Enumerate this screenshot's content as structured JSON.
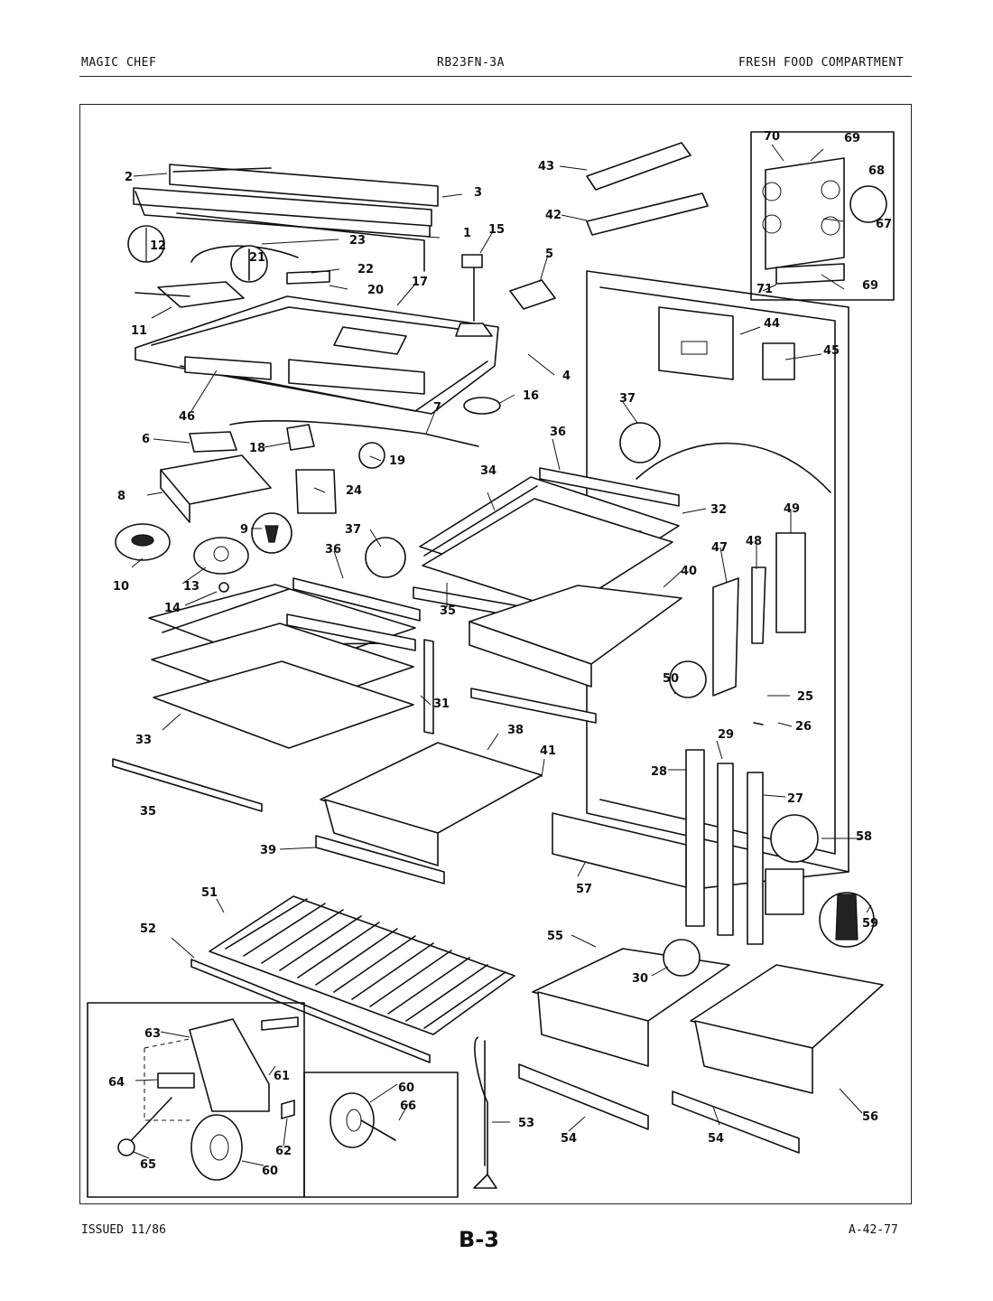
{
  "header": {
    "brand": "MAGIC CHEF",
    "model": "RB23FN-3A",
    "section": "FRESH FOOD COMPARTMENT"
  },
  "footer": {
    "issued": "ISSUED 11/86",
    "page": "B-3",
    "code": "A-42-77"
  },
  "callouts": [
    "2",
    "3",
    "1",
    "12",
    "21",
    "23",
    "22",
    "20",
    "17",
    "15",
    "5",
    "11",
    "4",
    "46",
    "16",
    "7",
    "6",
    "18",
    "19",
    "8",
    "24",
    "9",
    "10",
    "13",
    "14",
    "43",
    "42",
    "70",
    "69",
    "68",
    "67",
    "71",
    "44",
    "45",
    "37",
    "36",
    "34",
    "32",
    "49",
    "48",
    "47",
    "40",
    "35",
    "50",
    "26",
    "25",
    "31",
    "33",
    "38",
    "41",
    "29",
    "28",
    "27",
    "58",
    "39",
    "57",
    "59",
    "51",
    "52",
    "55",
    "30",
    "56",
    "63",
    "61",
    "64",
    "60",
    "66",
    "62",
    "65",
    "53",
    "54"
  ]
}
